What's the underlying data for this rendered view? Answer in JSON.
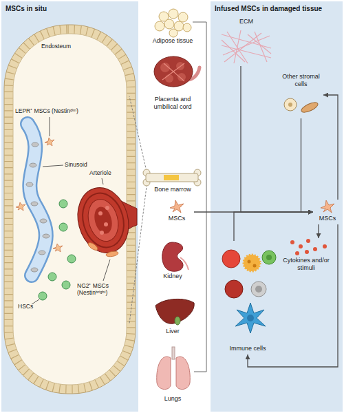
{
  "diagram": {
    "nodes": [
      {
        "text": [
          "MSCs in situ"
        ]
      },
      {
        "text": [
          "Adipose tissue"
        ]
      },
      {
        "text": [
          "Placenta and umbilical cord"
        ]
      },
      {
        "text": [
          "Bone marrow"
        ]
      },
      {
        "text": [
          "Kidney"
        ]
      },
      {
        "text": [
          "Liver"
        ]
      },
      {
        "text": [
          "Lungs"
        ]
      },
      {
        "text": [
          "Infused MSCs in damaged tissue"
        ]
      },
      {
        "text": [
          "ECM"
        ],
        "in": 7
      },
      {
        "text": [
          "Other stromal cells"
        ],
        "in": 7
      },
      {
        "text": [
          "MSCs"
        ]
      },
      {
        "text": [
          "MSCs"
        ],
        "in": 7
      },
      {
        "text": [
          "Cytokines and/or stimuli"
        ],
        "in": 7
      },
      {
        "text": [
          "Immune cells"
        ],
        "in": 7
      }
    ],
    "edges": [
      {
        "from": 10,
        "to": 11,
        "arrow": "to"
      },
      {
        "from": 8,
        "to": 11,
        "arrow": "to"
      },
      {
        "from": 9,
        "to": 11,
        "arrow": "to"
      },
      {
        "from": 13,
        "to": 11,
        "arrow": "to"
      },
      {
        "from": 11,
        "to": 9,
        "arrow": "to"
      },
      {
        "from": 11,
        "to": 12,
        "arrow": "to"
      },
      {
        "from": 11,
        "to": 13,
        "arrow": "to"
      }
    ],
    "labels": [
      "Endosteum",
      "LEPR⁺ MSCs (Nestinᵈⁱᵐ)",
      "Sinusoid",
      "Arteriole",
      "HSCs",
      "NG2⁺ MSCs (Nestinᵇʳⁱᵍʰᵗ)"
    ]
  }
}
